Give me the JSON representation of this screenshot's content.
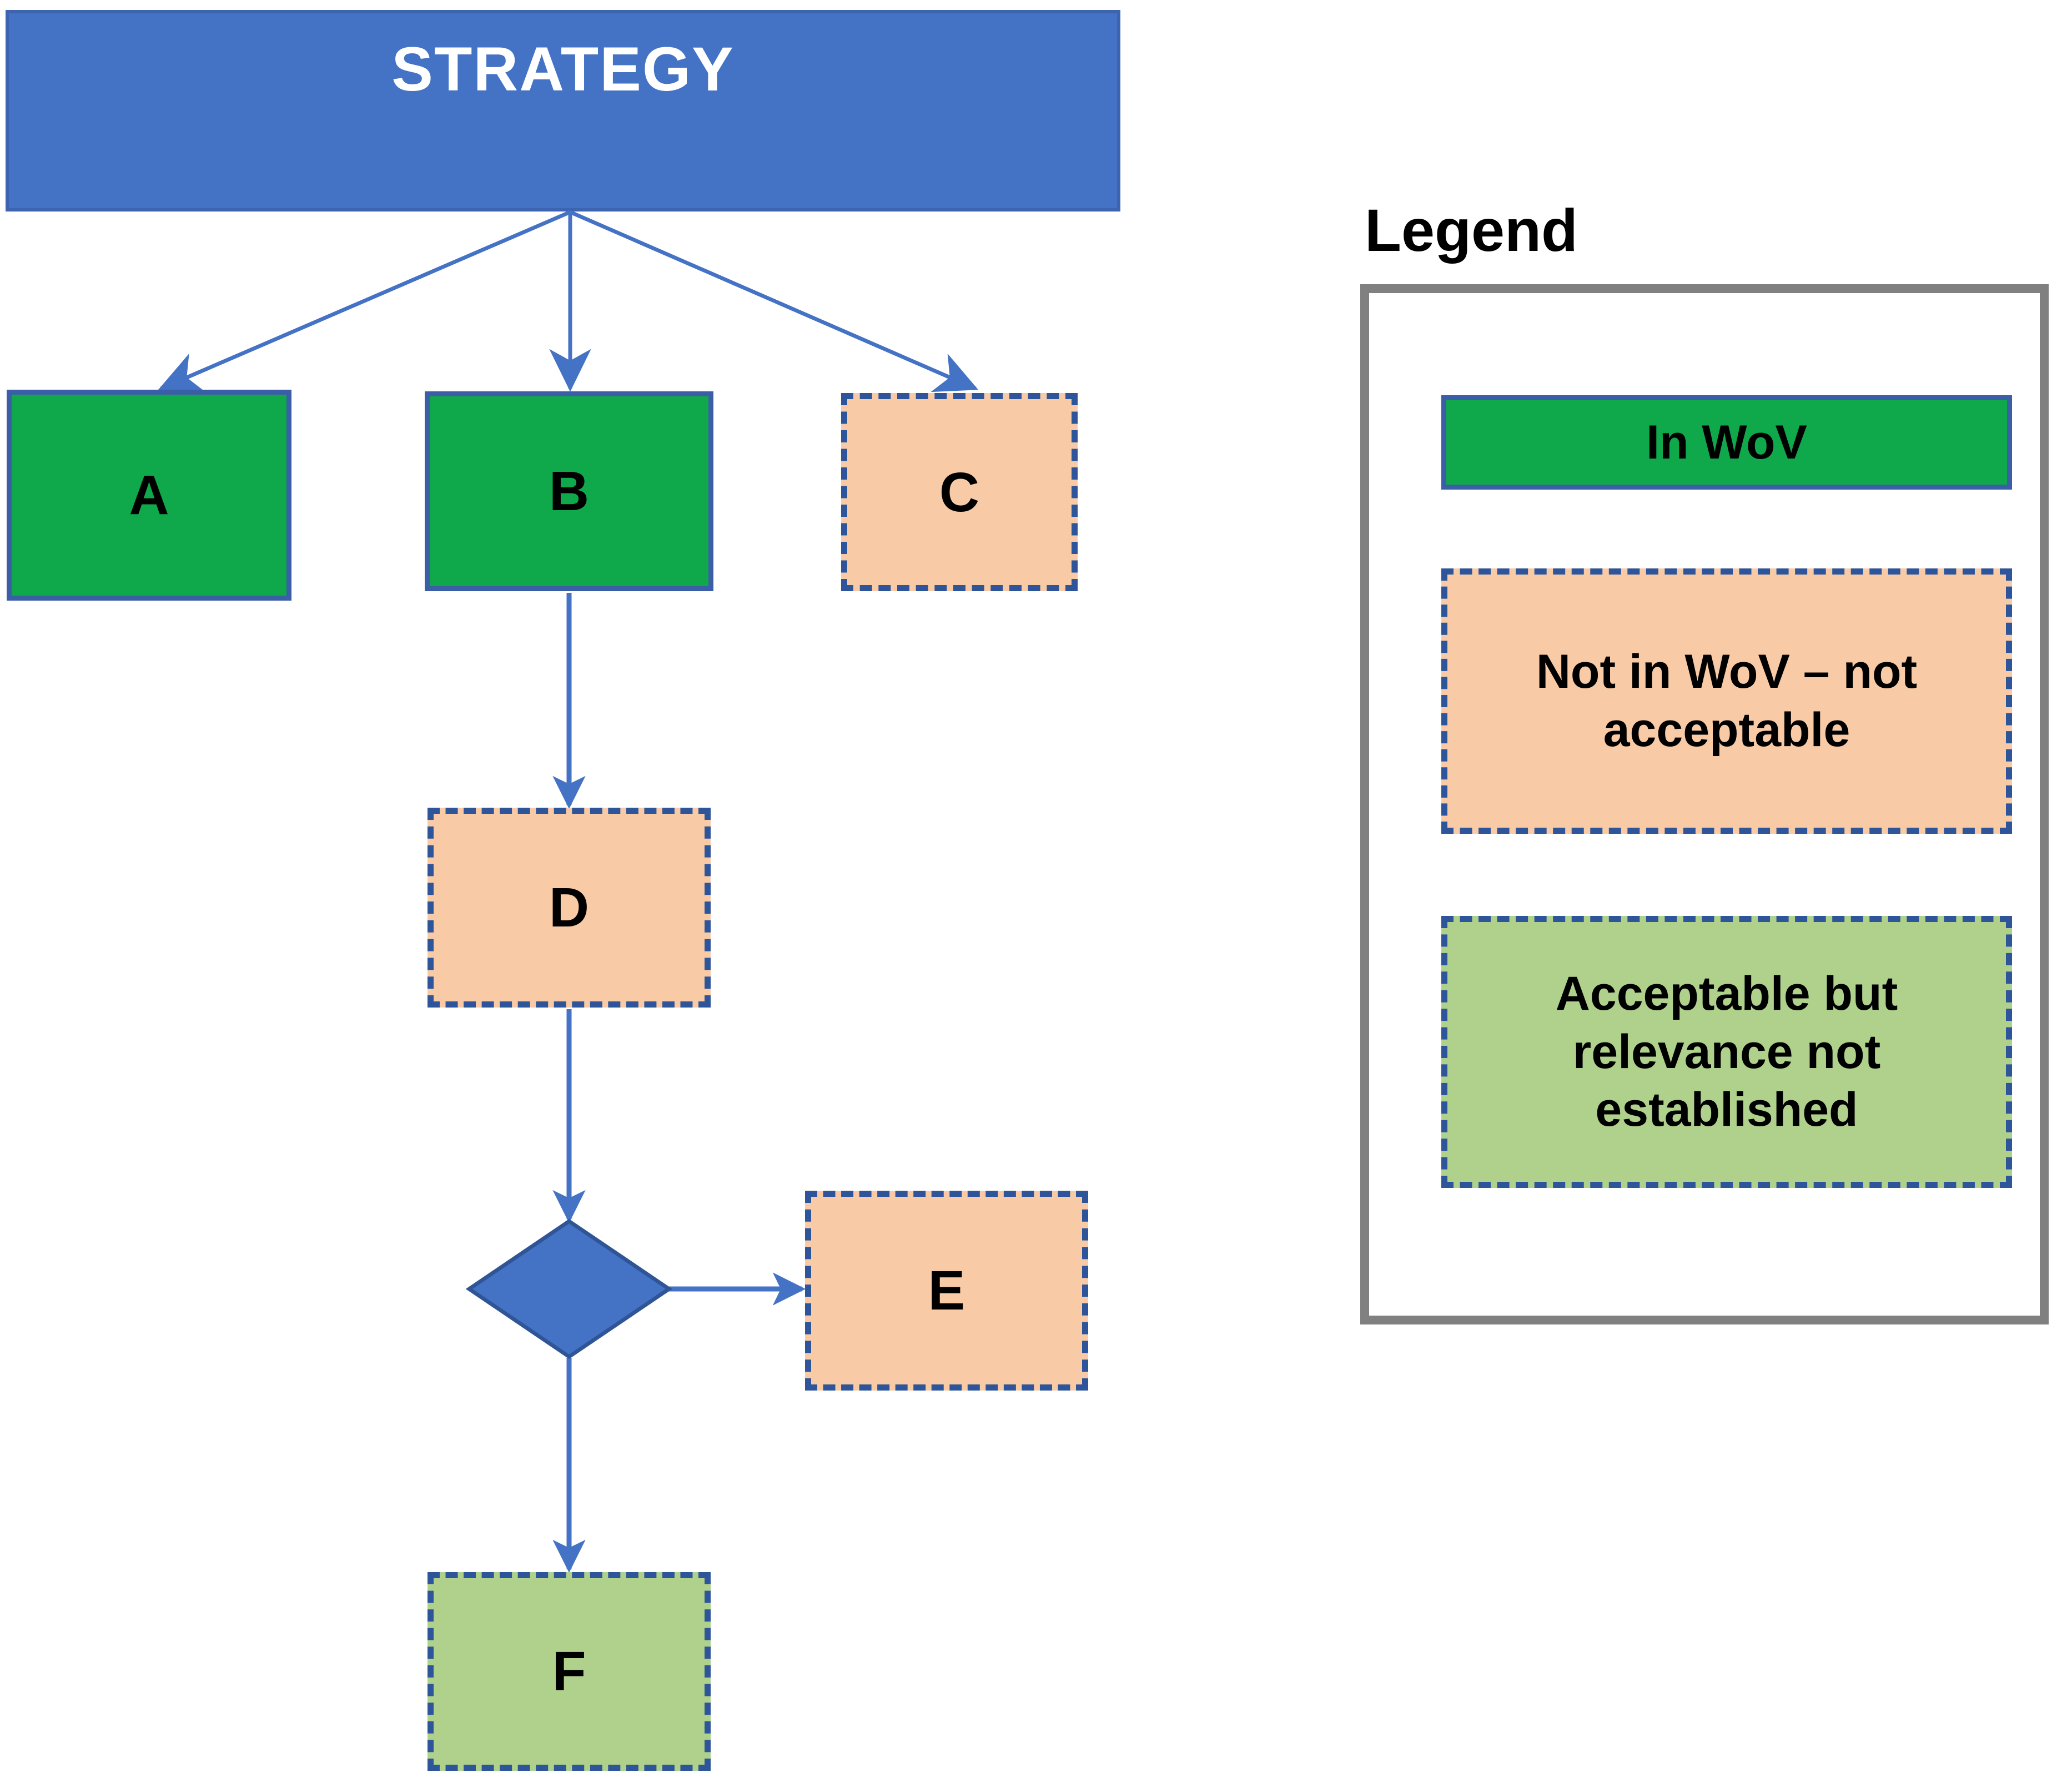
{
  "diagram": {
    "root": {
      "label": "STRATEGY",
      "fill": "#4472C4",
      "text_color": "#FFFFFF"
    },
    "nodes": [
      {
        "id": "A",
        "label": "A",
        "fill": "#0FA84A",
        "border_style": "solid",
        "category": "in-wov"
      },
      {
        "id": "B",
        "label": "B",
        "fill": "#0FA84A",
        "border_style": "solid",
        "category": "in-wov"
      },
      {
        "id": "C",
        "label": "C",
        "fill": "#F8CBA6",
        "border_style": "dashed",
        "category": "not-in-wov-not-acceptable"
      },
      {
        "id": "D",
        "label": "D",
        "fill": "#F8CBA6",
        "border_style": "dashed",
        "category": "not-in-wov-not-acceptable"
      },
      {
        "id": "E",
        "label": "E",
        "fill": "#F8CBA6",
        "border_style": "dashed",
        "category": "not-in-wov-not-acceptable"
      },
      {
        "id": "F",
        "label": "F",
        "fill": "#AFD18C",
        "border_style": "dashed",
        "category": "acceptable-relevance-not-established"
      }
    ],
    "decision": {
      "shape": "diamond",
      "label": "",
      "fill": "#4472C4"
    },
    "edges": [
      {
        "from": "STRATEGY",
        "to": "A",
        "style": "arrow"
      },
      {
        "from": "STRATEGY",
        "to": "B",
        "style": "arrow"
      },
      {
        "from": "STRATEGY",
        "to": "C",
        "style": "arrow"
      },
      {
        "from": "B",
        "to": "D",
        "style": "arrow"
      },
      {
        "from": "D",
        "to": "decision",
        "style": "arrow"
      },
      {
        "from": "decision",
        "to": "E",
        "style": "arrow"
      },
      {
        "from": "decision",
        "to": "F",
        "style": "arrow"
      }
    ],
    "connector_color": "#4472C4"
  },
  "legend": {
    "title": "Legend",
    "border_color": "#808080",
    "items": [
      {
        "label": "In WoV",
        "fill": "#0FA84A",
        "border_style": "solid"
      },
      {
        "label": "Not in WoV – not acceptable",
        "fill": "#F8CBA6",
        "border_style": "dashed"
      },
      {
        "label": "Acceptable but relevance not established",
        "fill": "#AFD18C",
        "border_style": "dashed"
      }
    ]
  }
}
